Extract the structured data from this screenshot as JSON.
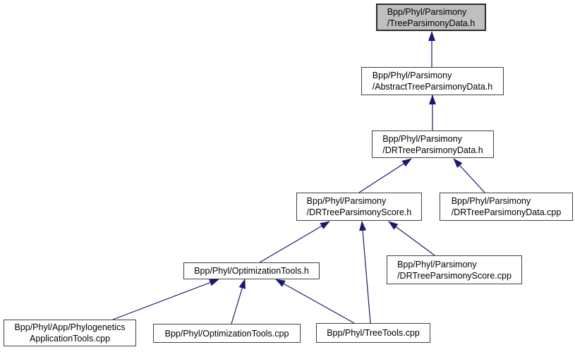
{
  "graph": {
    "colors": {
      "background": "#ffffff",
      "edge": "#191970",
      "node_fill": "#ffffff",
      "node_border": "#404040",
      "highlight_fill": "#bfbfbf",
      "text": "#000000"
    },
    "nodes": [
      {
        "id": "tree-parsimony-data-h",
        "lines": [
          "Bpp/Phyl/Parsimony",
          "/TreeParsimonyData.h"
        ],
        "highlighted": true
      },
      {
        "id": "abstract-tree-parsimony-data-h",
        "lines": [
          "Bpp/Phyl/Parsimony",
          "/AbstractTreeParsimonyData.h"
        ],
        "highlighted": false
      },
      {
        "id": "dr-tree-parsimony-data-h",
        "lines": [
          "Bpp/Phyl/Parsimony",
          "/DRTreeParsimonyData.h"
        ],
        "highlighted": false
      },
      {
        "id": "dr-tree-parsimony-score-h",
        "lines": [
          "Bpp/Phyl/Parsimony",
          "/DRTreeParsimonyScore.h"
        ],
        "highlighted": false
      },
      {
        "id": "dr-tree-parsimony-data-cpp",
        "lines": [
          "Bpp/Phyl/Parsimony",
          "/DRTreeParsimonyData.cpp"
        ],
        "highlighted": false
      },
      {
        "id": "dr-tree-parsimony-score-cpp",
        "lines": [
          "Bpp/Phyl/Parsimony",
          "/DRTreeParsimonyScore.cpp"
        ],
        "highlighted": false
      },
      {
        "id": "optimization-tools-h",
        "lines": [
          "Bpp/Phyl/OptimizationTools.h"
        ],
        "highlighted": false
      },
      {
        "id": "phylogenetics-application-tools-cpp",
        "lines": [
          "Bpp/Phyl/App/Phylogenetics",
          "ApplicationTools.cpp"
        ],
        "highlighted": false
      },
      {
        "id": "optimization-tools-cpp",
        "lines": [
          "Bpp/Phyl/OptimizationTools.cpp"
        ],
        "highlighted": false
      },
      {
        "id": "tree-tools-cpp",
        "lines": [
          "Bpp/Phyl/TreeTools.cpp"
        ],
        "highlighted": false
      }
    ],
    "edges": [
      {
        "from": "abstract-tree-parsimony-data-h",
        "to": "tree-parsimony-data-h"
      },
      {
        "from": "dr-tree-parsimony-data-h",
        "to": "abstract-tree-parsimony-data-h"
      },
      {
        "from": "dr-tree-parsimony-score-h",
        "to": "dr-tree-parsimony-data-h"
      },
      {
        "from": "dr-tree-parsimony-data-cpp",
        "to": "dr-tree-parsimony-data-h"
      },
      {
        "from": "optimization-tools-h",
        "to": "dr-tree-parsimony-score-h"
      },
      {
        "from": "tree-tools-cpp",
        "to": "dr-tree-parsimony-score-h"
      },
      {
        "from": "dr-tree-parsimony-score-cpp",
        "to": "dr-tree-parsimony-score-h"
      },
      {
        "from": "phylogenetics-application-tools-cpp",
        "to": "optimization-tools-h"
      },
      {
        "from": "optimization-tools-cpp",
        "to": "optimization-tools-h"
      },
      {
        "from": "tree-tools-cpp",
        "to": "optimization-tools-h"
      }
    ]
  }
}
